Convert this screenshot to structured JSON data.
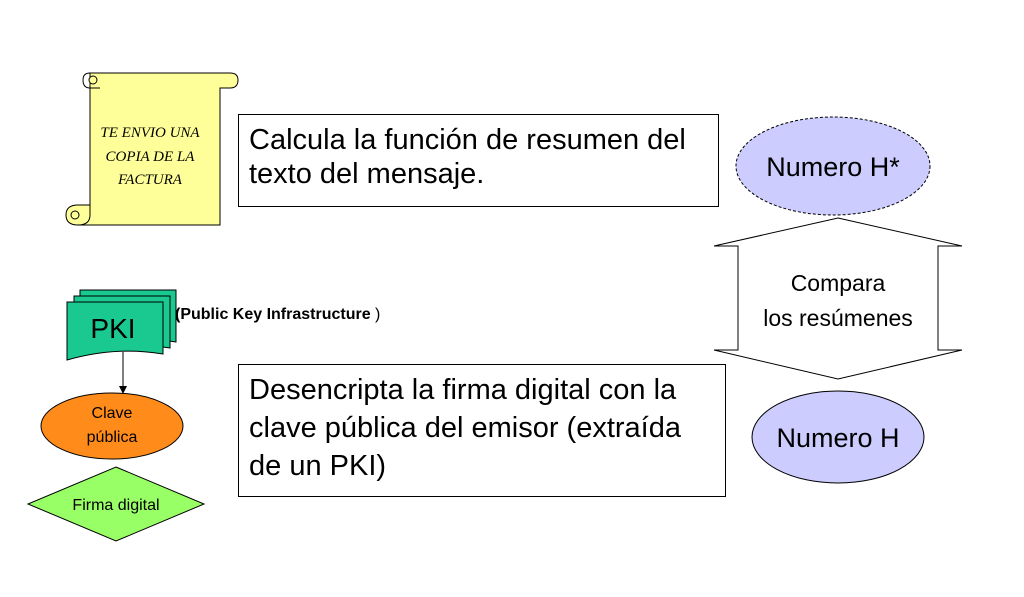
{
  "scroll": {
    "text_line1": "TE ENVIO UNA",
    "text_line2": "COPIA DE LA",
    "text_line3": "FACTURA"
  },
  "steps": {
    "compute_hash": "Calcula la función de resumen del texto del mensaje.",
    "decrypt_signature": "Desencripta la firma digital con la clave pública del emisor (extraída de un PKI)"
  },
  "pki": {
    "label": "PKI",
    "expansion_open": "(",
    "expansion_text": "Public Key Infrastructure",
    "expansion_close": " )"
  },
  "public_key": {
    "line1": "Clave",
    "line2": "pública"
  },
  "digital_signature": {
    "label": "Firma digital"
  },
  "hash_star": {
    "label": "Numero H*"
  },
  "hash": {
    "label": "Numero H"
  },
  "compare": {
    "line1": "Compara",
    "line2": "los resúmenes"
  },
  "colors": {
    "scroll_fill": "#ffff99",
    "pki_fill": "#19c98f",
    "public_key_fill": "#ff8c1a",
    "signature_fill": "#99ff66",
    "hash_fill": "#ccccff"
  }
}
